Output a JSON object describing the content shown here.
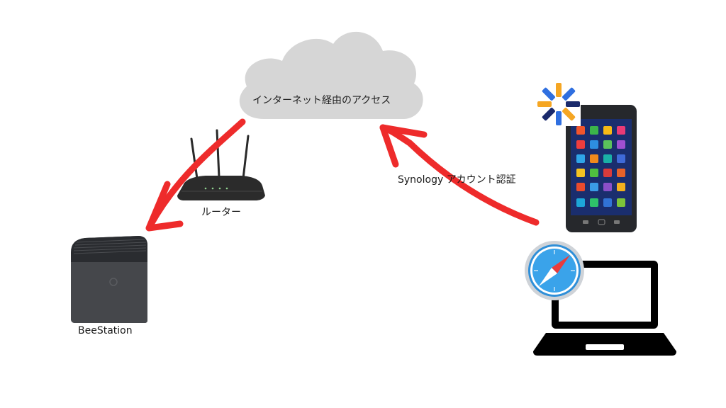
{
  "labels": {
    "cloud": "インターネット経由のアクセス",
    "router": "ルーター",
    "beestation": "BeeStation",
    "auth": "Synology アカウント認証"
  },
  "colors": {
    "arrow": "#ee2b2b",
    "cloud": "#d6d6d6",
    "device_dark": "#222428",
    "screen": "#1a2e6e",
    "safari_blue": "#2f8fd8"
  },
  "icons": [
    "cloud-icon",
    "router-icon",
    "nas-icon",
    "smartphone-icon",
    "laptop-icon",
    "safari-compass-icon",
    "synology-secure-signin-icon"
  ]
}
